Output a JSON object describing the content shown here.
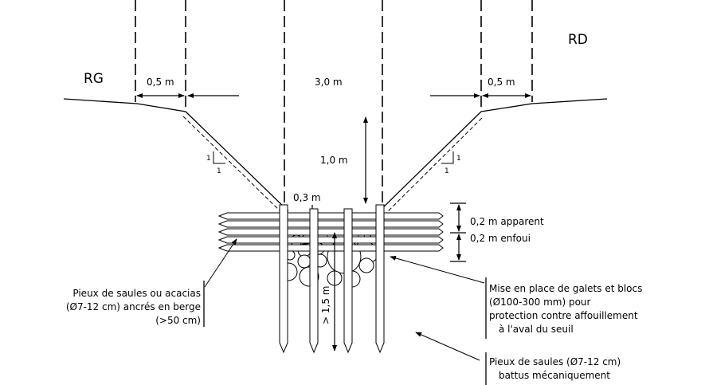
{
  "labels": {
    "left_bank": "RG",
    "right_bank": "RD",
    "dim_left_berm": "0,5 m",
    "dim_bottom_width": "3,0 m",
    "dim_right_berm": "0,5 m",
    "dim_depth": "1,0 m",
    "dim_gap": "0,3 m",
    "dim_visible": "0,2 m apparent",
    "dim_buried": "0,2 m enfoui",
    "dim_pile_depth": "> 1,5 m",
    "slope_one": "1"
  },
  "notes": {
    "left": [
      "Pieux de saules ou acacias",
      "(Ø7-12 cm) ancrés en berge",
      "(>50 cm)"
    ],
    "right_top": [
      "Mise en place de galets et blocs",
      "(Ø100-300 mm) pour",
      "protection contre affouillement",
      "à l'aval du seuil"
    ],
    "right_bottom": [
      "Pieux de saules (Ø7-12 cm)",
      "battus mécaniquement"
    ]
  }
}
